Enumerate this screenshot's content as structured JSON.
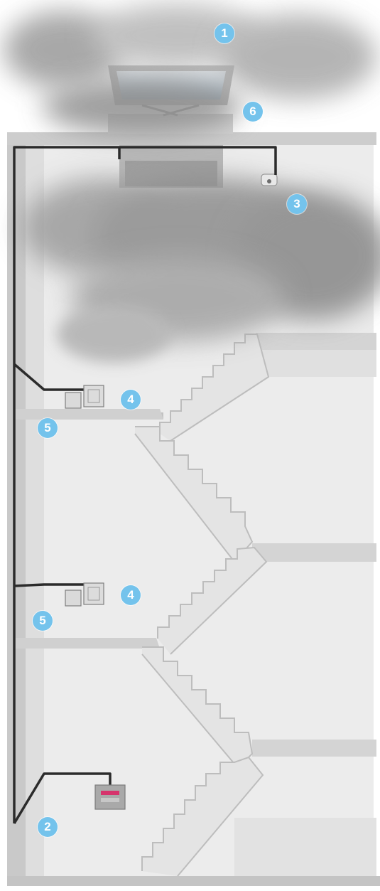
{
  "markers": {
    "roof_vent": "1",
    "control_panel": "2",
    "smoke_detector": "3",
    "switch_floor_upper": "4",
    "switch_floor_middle": "4",
    "wall_label_upper": "5",
    "wall_label_middle": "5",
    "smoke_roof": "6"
  },
  "colors": {
    "marker": "#74c3ec",
    "wall": "#d7d7d7",
    "wall_dark": "#bdbdbd",
    "cable": "#2b2b2b",
    "smoke": "#8a8a8a",
    "panel_accent": "#d6336c"
  }
}
